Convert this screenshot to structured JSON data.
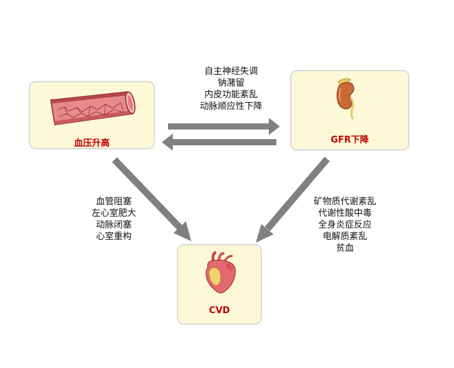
{
  "nodes": {
    "hypertension": {
      "label": "血压升高",
      "icon": "blood-vessel-icon"
    },
    "gfr": {
      "label": "GFR下降",
      "icon": "kidney-icon"
    },
    "cvd": {
      "label": "CVD",
      "icon": "heart-icon"
    }
  },
  "edges": {
    "bidirectional_factors": [
      "自主神经失调",
      "钠潴留",
      "内皮功能紊乱",
      "动脉顺应性下降"
    ],
    "hypertension_to_cvd_factors": [
      "血管阻塞",
      "左心室肥大",
      "动脉闭塞",
      "心室重构"
    ],
    "gfr_to_cvd_factors": [
      "矿物质代谢紊乱",
      "代谢性酸中毒",
      "全身炎症反应",
      "电解质紊乱",
      "贫血"
    ]
  },
  "colors": {
    "node_fill": "#fdf8d7",
    "node_border": "#dcdcdc",
    "label_red": "#c00000",
    "arrow_gray": "#808080"
  }
}
